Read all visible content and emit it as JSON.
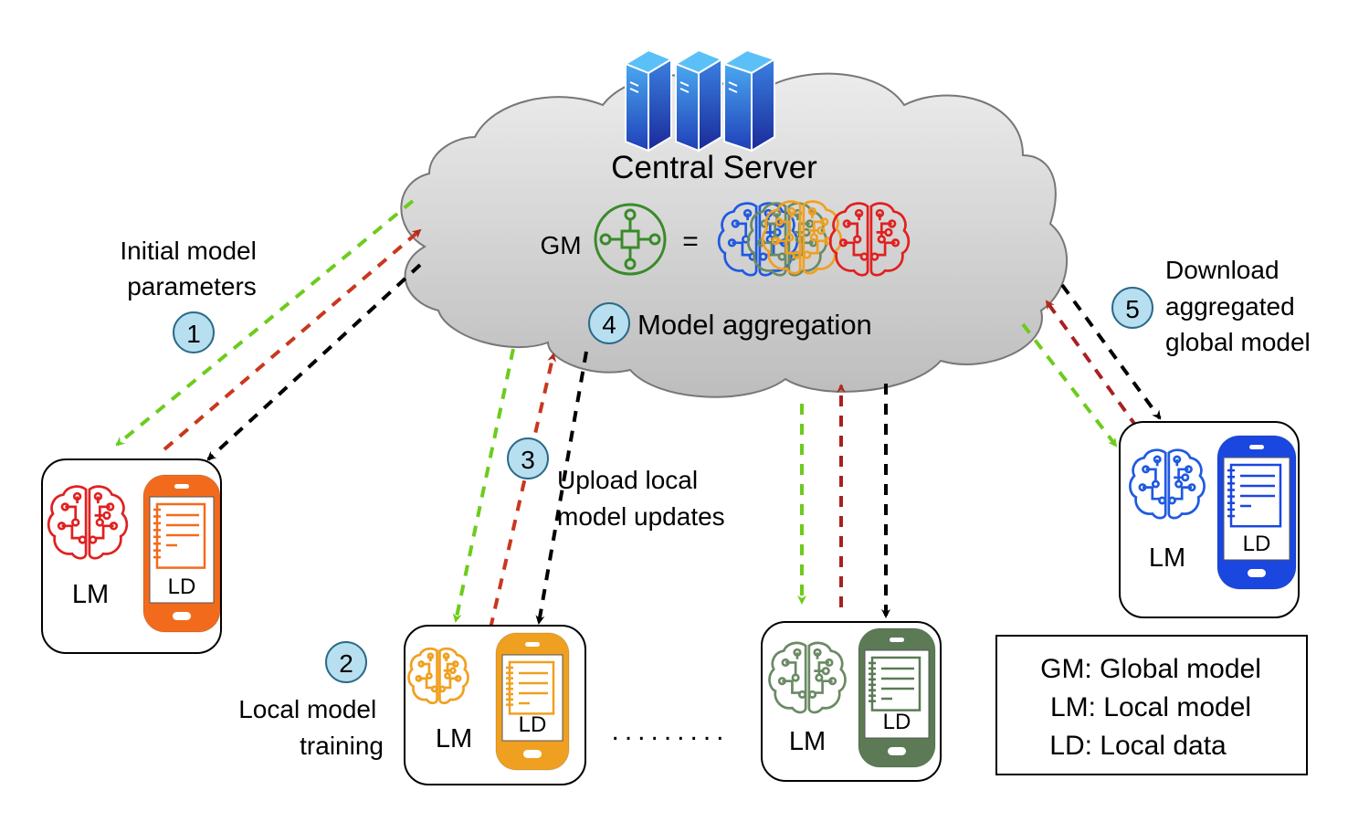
{
  "cloud": {
    "title": "Central Server",
    "gm_label": "GM",
    "equals": "=",
    "aggregation_label": "Model aggregation",
    "aggregation_step": "4"
  },
  "steps": {
    "step1": {
      "number": "1",
      "lines": [
        "Initial model",
        "parameters"
      ]
    },
    "step2": {
      "number": "2",
      "lines": [
        "Local model",
        "training"
      ]
    },
    "step3": {
      "number": "3",
      "lines": [
        "Upload local",
        "model updates"
      ]
    },
    "step5": {
      "number": "5",
      "lines": [
        "Download",
        "aggregated",
        "global model"
      ]
    }
  },
  "clients": [
    {
      "id": "client-1",
      "lm_label": "LM",
      "ld_label": "LD",
      "color": "#e02020",
      "phone_color": "#f26b1d"
    },
    {
      "id": "client-2",
      "lm_label": "LM",
      "ld_label": "LD",
      "color": "#f0a020",
      "phone_color": "#f0a020"
    },
    {
      "id": "client-3",
      "lm_label": "LM",
      "ld_label": "LD",
      "color": "#6a8a64",
      "phone_color": "#5b7a55"
    },
    {
      "id": "client-4",
      "lm_label": "LM",
      "ld_label": "LD",
      "color": "#1f5ae0",
      "phone_color": "#1a47e0"
    }
  ],
  "ellipsis": ".........",
  "legend": [
    "GM: Global model",
    "LM: Local model",
    "LD: Local data"
  ],
  "colors": {
    "download_arrow": "#6ccc1c",
    "upload_arrow": "#b22a1e",
    "global_arrow": "#000000",
    "step_badge_fill": "#b8dff0",
    "step_badge_stroke": "#2a6a8a",
    "cloud_fill": "#d4d4d4",
    "cloud_stroke": "#777777",
    "gm_icon": "#3a8a2a"
  }
}
